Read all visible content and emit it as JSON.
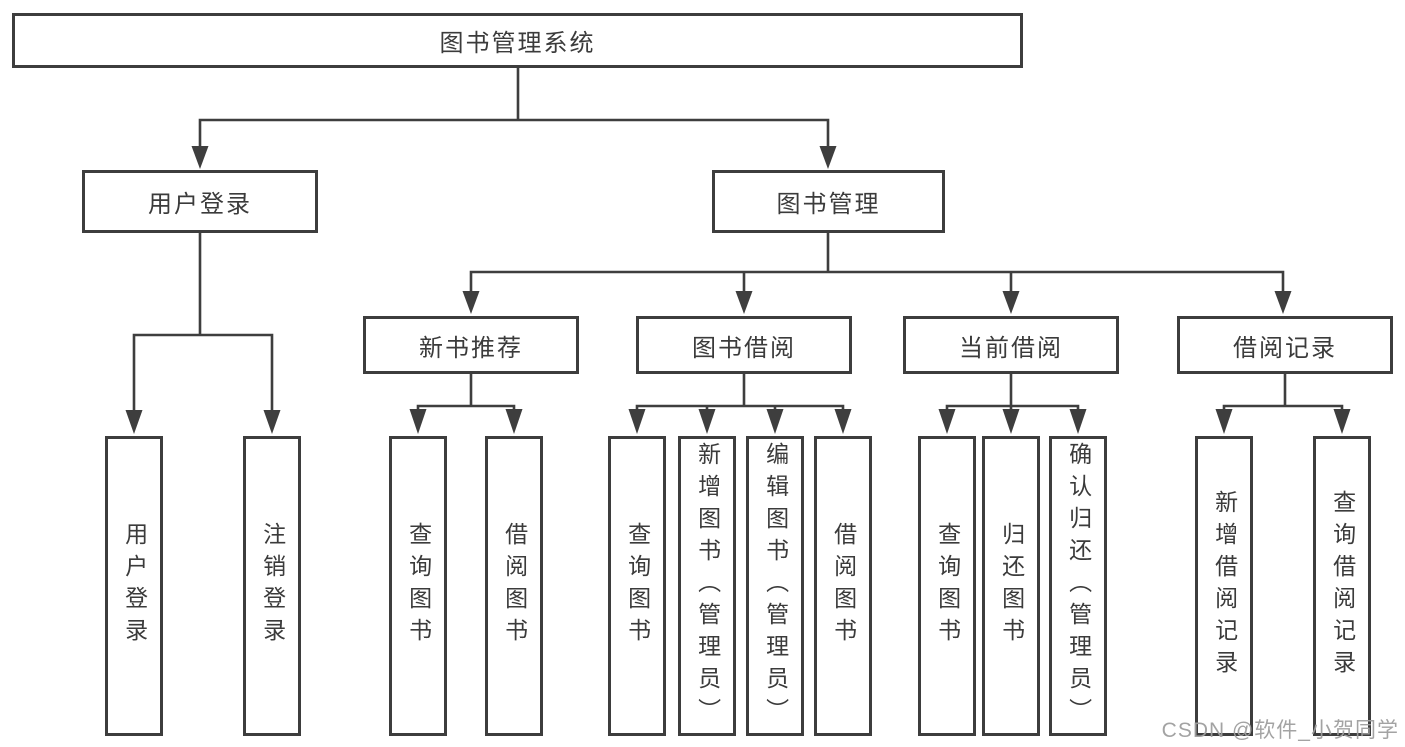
{
  "tree": {
    "root": {
      "label": "图书管理系统"
    },
    "children": [
      {
        "label": "用户登录",
        "children": [
          {
            "label": "用户登录"
          },
          {
            "label": "注销登录"
          }
        ]
      },
      {
        "label": "图书管理",
        "children": [
          {
            "label": "新书推荐",
            "children": [
              {
                "label": "查询图书"
              },
              {
                "label": "借阅图书"
              }
            ]
          },
          {
            "label": "图书借阅",
            "children": [
              {
                "label": "查询图书"
              },
              {
                "label": "新增图书（管理员）"
              },
              {
                "label": "编辑图书（管理员）"
              },
              {
                "label": "借阅图书"
              }
            ]
          },
          {
            "label": "当前借阅",
            "children": [
              {
                "label": "查询图书"
              },
              {
                "label": "归还图书"
              },
              {
                "label": "确认归还（管理员）"
              }
            ]
          },
          {
            "label": "借阅记录",
            "children": [
              {
                "label": "新增借阅记录"
              },
              {
                "label": "查询借阅记录"
              }
            ]
          }
        ]
      }
    ]
  },
  "watermark": {
    "text": "CSDN @软件_小贺同学"
  },
  "colors": {
    "line": "#3e3e3e",
    "border": "#3d3d3d",
    "text": "#3b3b3b",
    "watermark": "#9e9e9e",
    "background": "#ffffff"
  }
}
